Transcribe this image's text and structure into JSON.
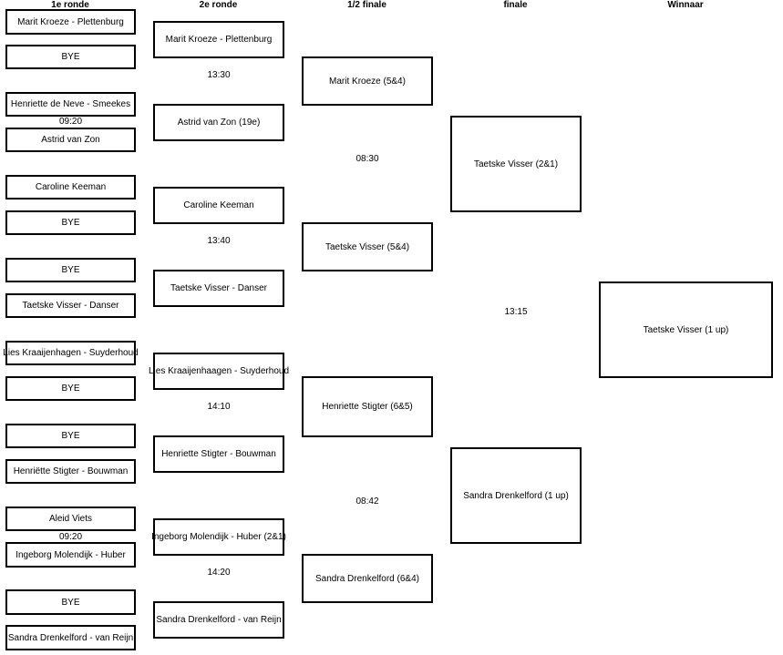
{
  "headers": {
    "round1": "1e ronde",
    "round2": "2e ronde",
    "semi": "1/2 finale",
    "final": "finale",
    "winner": "Winnaar"
  },
  "round1": [
    "Marit Kroeze - Plettenburg",
    "BYE",
    "Henriette de Neve - Smeekes",
    "Astrid van Zon",
    "Caroline Keeman",
    "BYE",
    "BYE",
    "Taetske Visser - Danser",
    "Lies Kraaijenhagen - Suyderhoud",
    "BYE",
    "BYE",
    "Henriëtte Stigter - Bouwman",
    "Aleid Viets",
    "Ingeborg Molendijk - Huber",
    "BYE",
    "Sandra Drenkelford - van Reijn"
  ],
  "round1_times": [
    "09:20",
    "09:20"
  ],
  "round2": [
    "Marit Kroeze - Plettenburg",
    "Astrid van Zon (19e)",
    "Caroline Keeman",
    "Taetske Visser - Danser",
    "Lies Kraaijenhaagen - Suyderhoud",
    "Henriette Stigter - Bouwman",
    "Ingeborg Molendijk - Huber (2&1)",
    "Sandra Drenkelford - van Reijn"
  ],
  "round2_times": [
    "13:30",
    "13:40",
    "14:10",
    "14:20"
  ],
  "semi": [
    "Marit Kroeze (5&4)",
    "Taetske Visser (5&4)",
    "Henriette Stigter (6&5)",
    "Sandra Drenkelford (6&4)"
  ],
  "semi_times": [
    "08:30",
    "08:42"
  ],
  "final": [
    "Taetske Visser (2&1)",
    "Sandra Drenkelford (1 up)"
  ],
  "final_time": "13:15",
  "winner": "Taetske Visser (1 up)"
}
